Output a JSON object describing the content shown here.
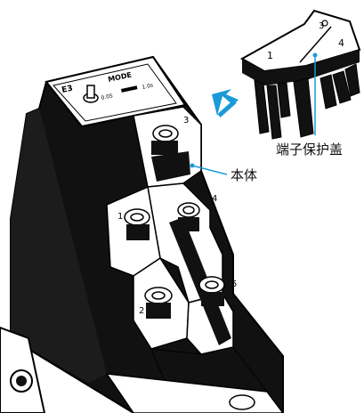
{
  "labels": {
    "terminal_cover": "端子保护盖",
    "body": "本体"
  },
  "device_markings": {
    "model": "E3",
    "mode_label": "MODE",
    "range_low": "0.05",
    "range_high": "1.0s",
    "terminals": [
      "1",
      "2",
      "3",
      "4",
      "5"
    ],
    "cover_marks": [
      "3",
      "4",
      "1"
    ]
  },
  "colors": {
    "accent": "#1a9ad6",
    "body": "#111111",
    "outline": "#000000",
    "background": "#ffffff"
  },
  "icons": {
    "arrow": "arrow-down-left-icon"
  }
}
